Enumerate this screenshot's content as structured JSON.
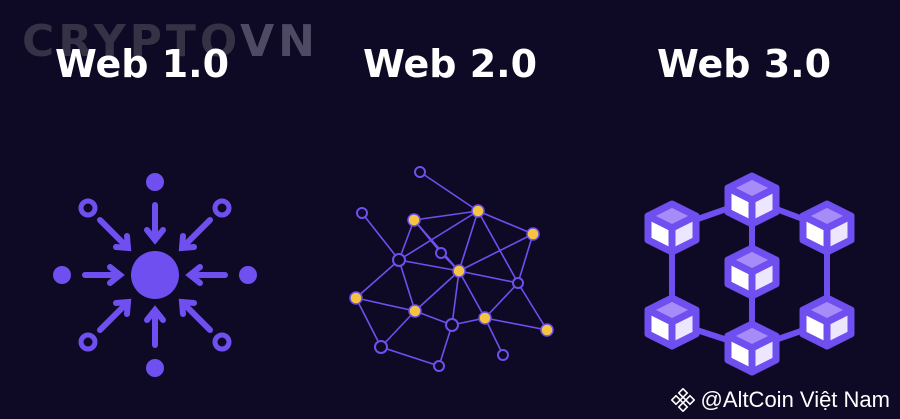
{
  "watermark": {
    "text_main": "CRYPTO",
    "text_accent": "VN"
  },
  "panels": [
    {
      "title": "Web 1.0"
    },
    {
      "title": "Web 2.0"
    },
    {
      "title": "Web 3.0"
    }
  ],
  "credit": {
    "text": "@AltCoin Việt Nam",
    "icon": "binance-logo-icon"
  },
  "colors": {
    "background": "#0e0a25",
    "purple": "#6f4ff0",
    "purple_light": "#a58cf8",
    "node_yellow": "#f5c542"
  }
}
